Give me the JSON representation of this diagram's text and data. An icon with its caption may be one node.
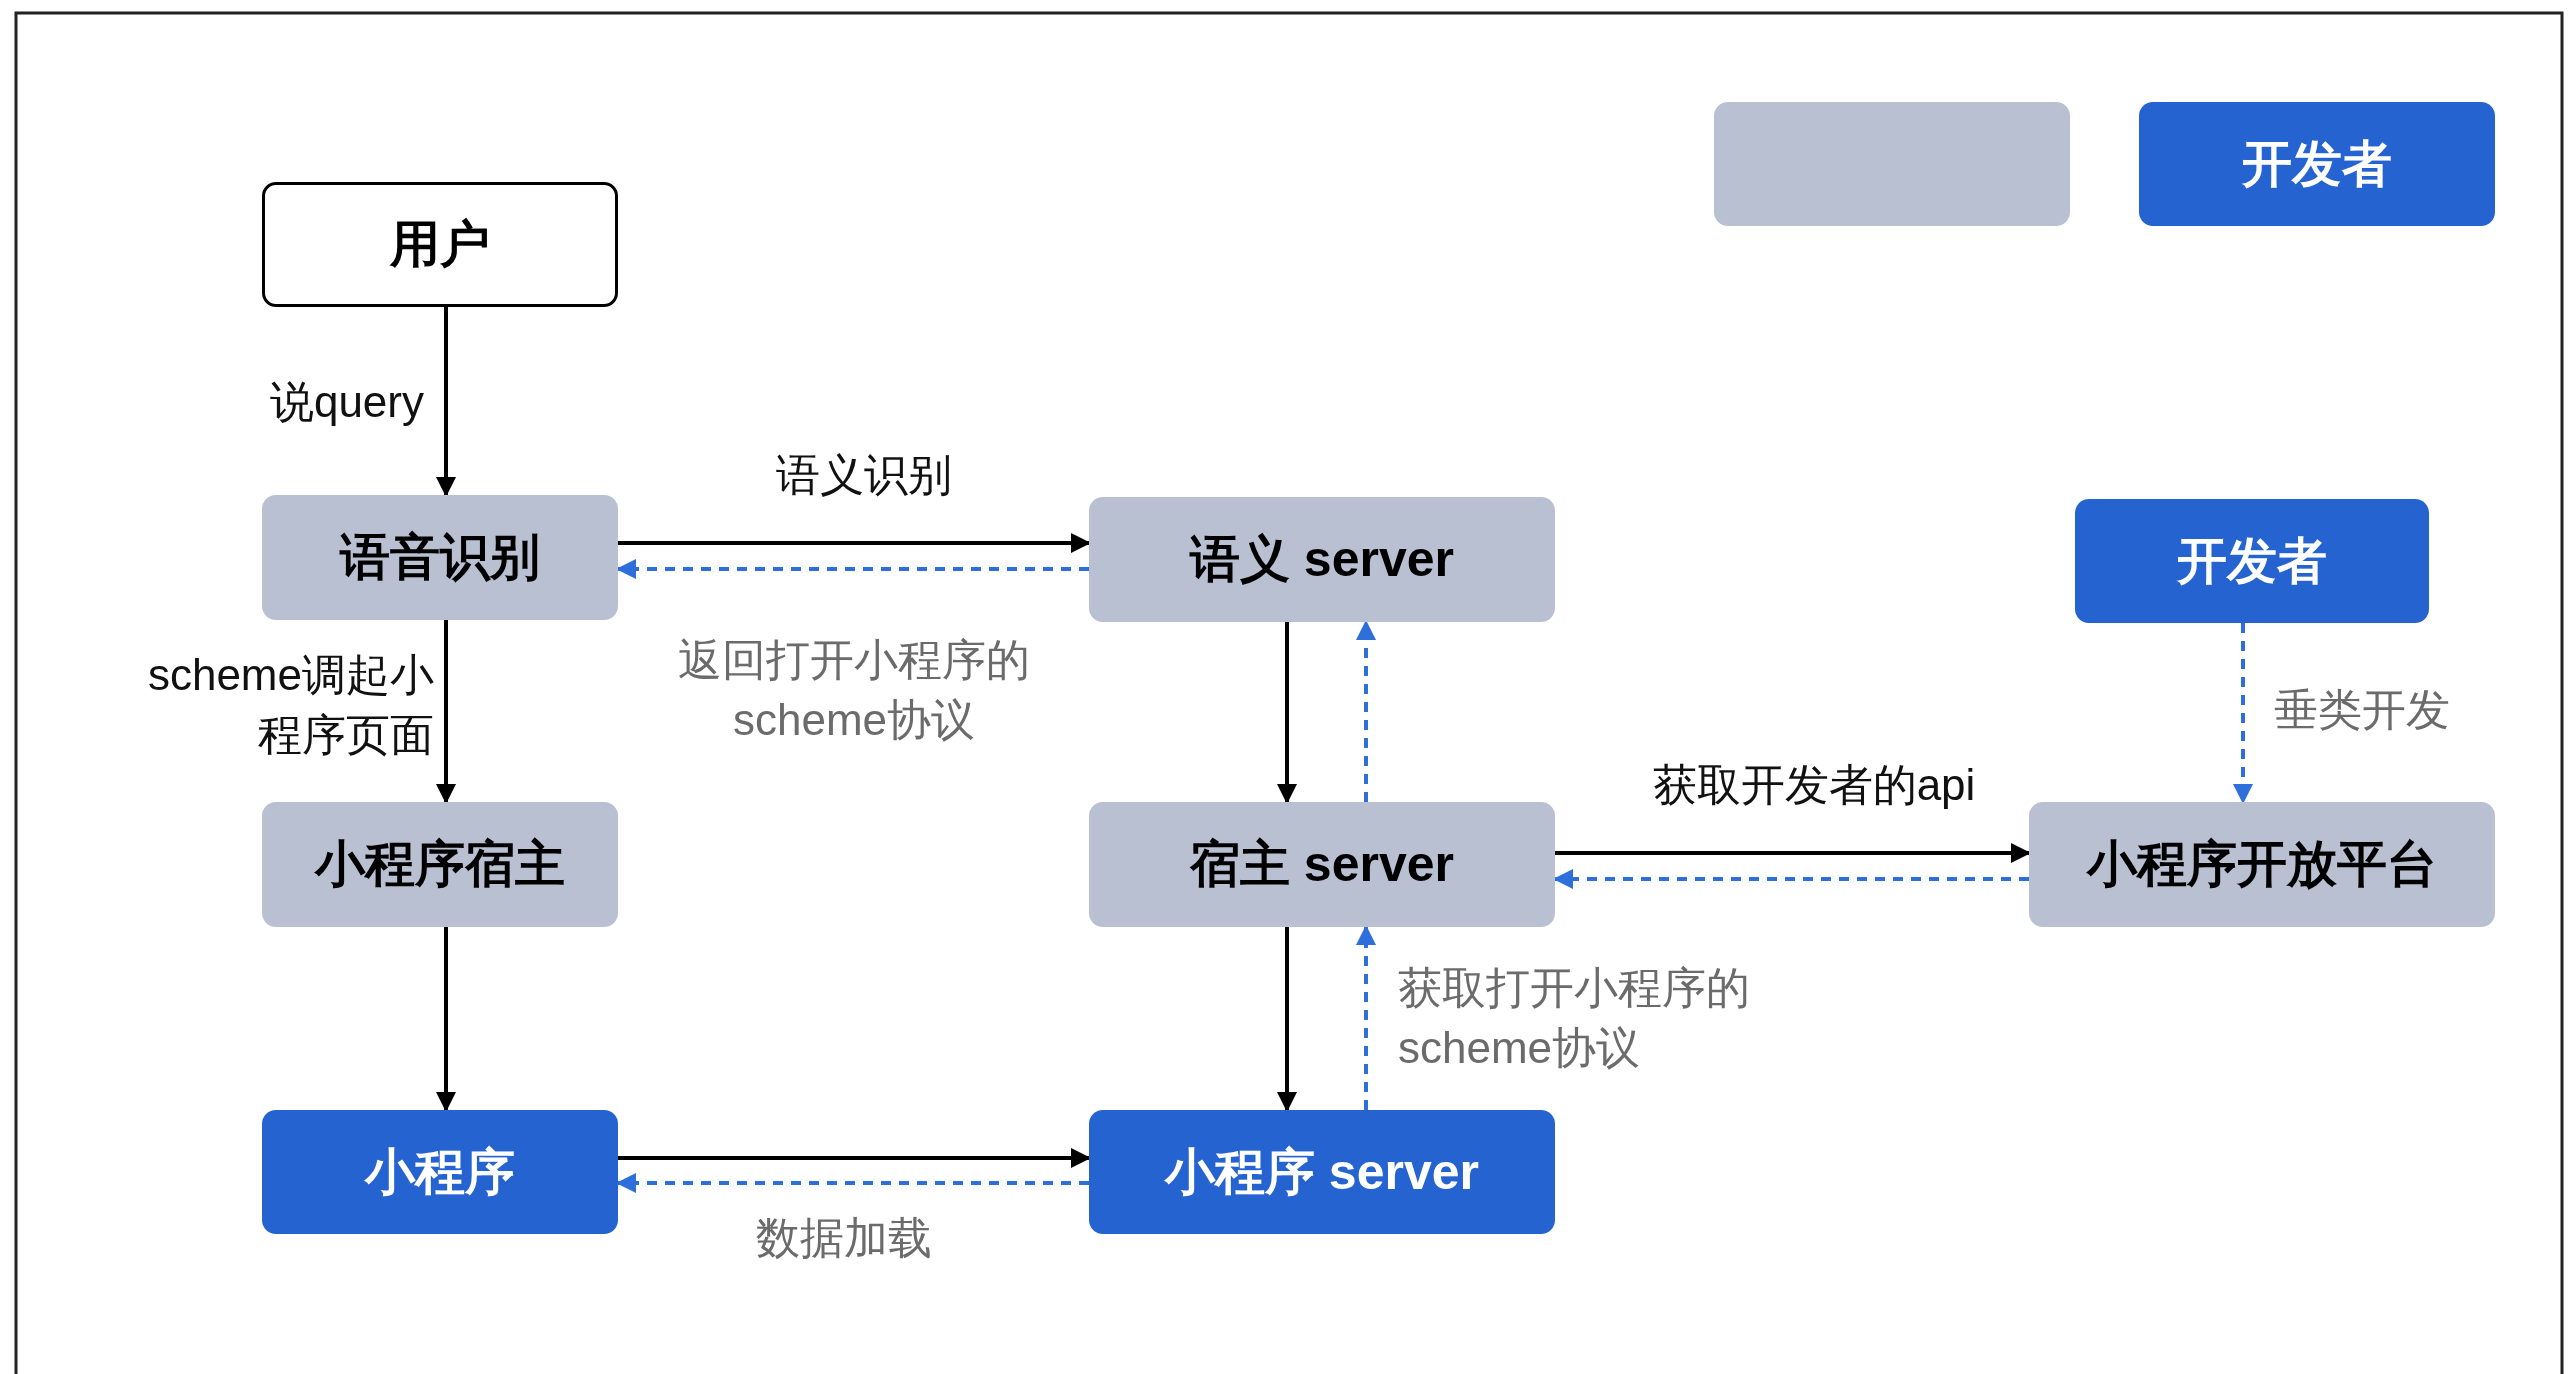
{
  "diagram": {
    "nodes": [
      {
        "text": [],
        "shape": "box"
      },
      {
        "text": [
          "开发者"
        ]
      },
      {
        "text": [
          "用户"
        ]
      },
      {
        "text": [
          "语音识别"
        ]
      },
      {
        "text": [
          "语义 server"
        ]
      },
      {
        "text": [
          "开发者"
        ]
      },
      {
        "text": [
          "小程序宿主"
        ]
      },
      {
        "text": [
          "宿主 server"
        ]
      },
      {
        "text": [
          "小程序开放平台"
        ]
      },
      {
        "text": [
          "小程序"
        ]
      },
      {
        "text": [
          "小程序 server"
        ]
      }
    ],
    "edges": [
      {
        "from": 2,
        "to": 3,
        "arrow": "to",
        "label": "说query"
      },
      {
        "from": 3,
        "to": 4,
        "arrow": "to",
        "label": "语义识别"
      },
      {
        "from": 4,
        "to": 3,
        "arrow": "to",
        "style": "dashed",
        "color": "#2f6fdb",
        "label": "返回打开小程序的scheme协议"
      },
      {
        "from": 3,
        "to": 6,
        "arrow": "to",
        "label": "scheme调起小程序页面"
      },
      {
        "from": 5,
        "to": 8,
        "arrow": "to",
        "style": "dashed",
        "color": "#2f6fdb",
        "label": "垂类开发"
      },
      {
        "from": 4,
        "to": 7,
        "arrow": "to"
      },
      {
        "from": 7,
        "to": 4,
        "arrow": "to",
        "style": "dashed",
        "color": "#2f6fdb"
      },
      {
        "from": 7,
        "to": 8,
        "arrow": "to",
        "label": "获取开发者的api"
      },
      {
        "from": 8,
        "to": 7,
        "arrow": "to",
        "style": "dashed",
        "color": "#2f6fdb"
      },
      {
        "from": 6,
        "to": 9,
        "arrow": "to"
      },
      {
        "from": 7,
        "to": 10,
        "arrow": "to"
      },
      {
        "from": 10,
        "to": 7,
        "arrow": "to",
        "style": "dashed",
        "color": "#2f6fdb",
        "label": "获取打开小程序的scheme协议"
      },
      {
        "from": 9,
        "to": 10,
        "arrow": "to"
      },
      {
        "from": 10,
        "to": 9,
        "arrow": "to",
        "style": "dashed",
        "color": "#2f6fdb",
        "label": "数据加载"
      }
    ]
  }
}
